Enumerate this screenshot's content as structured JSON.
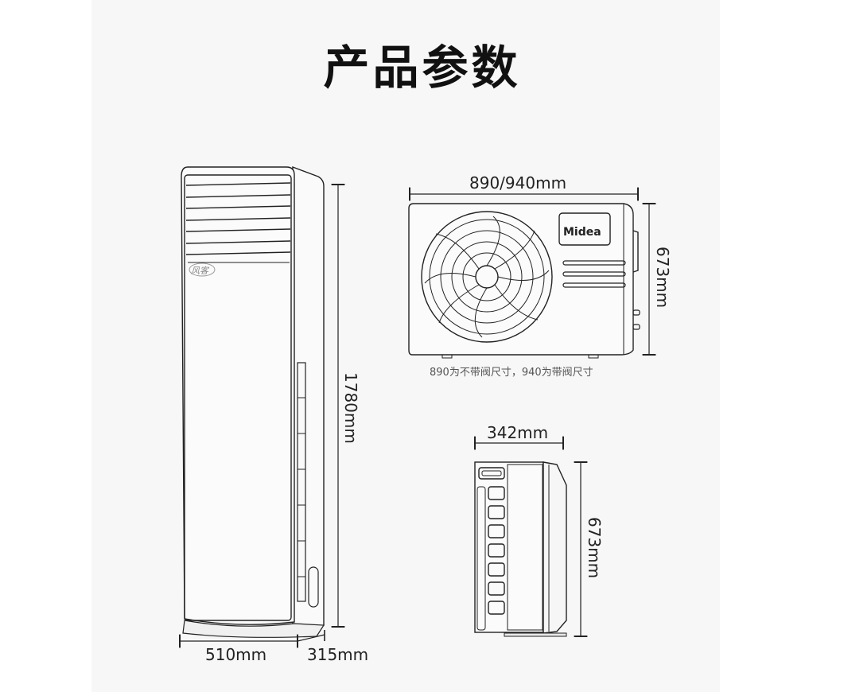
{
  "title": "产品参数",
  "indoor_unit": {
    "badge_text": "风客",
    "height_label": "1780mm",
    "width_label": "510mm",
    "depth_label": "315mm"
  },
  "outdoor_unit_front": {
    "brand": "Midea",
    "width_label": "890/940mm",
    "height_label": "673mm",
    "note": "890为不带阀尺寸，940为带阀尺寸"
  },
  "outdoor_unit_side": {
    "depth_label": "342mm",
    "height_label": "673mm"
  },
  "colors": {
    "background": "#f7f7f7",
    "line": "#222222"
  }
}
